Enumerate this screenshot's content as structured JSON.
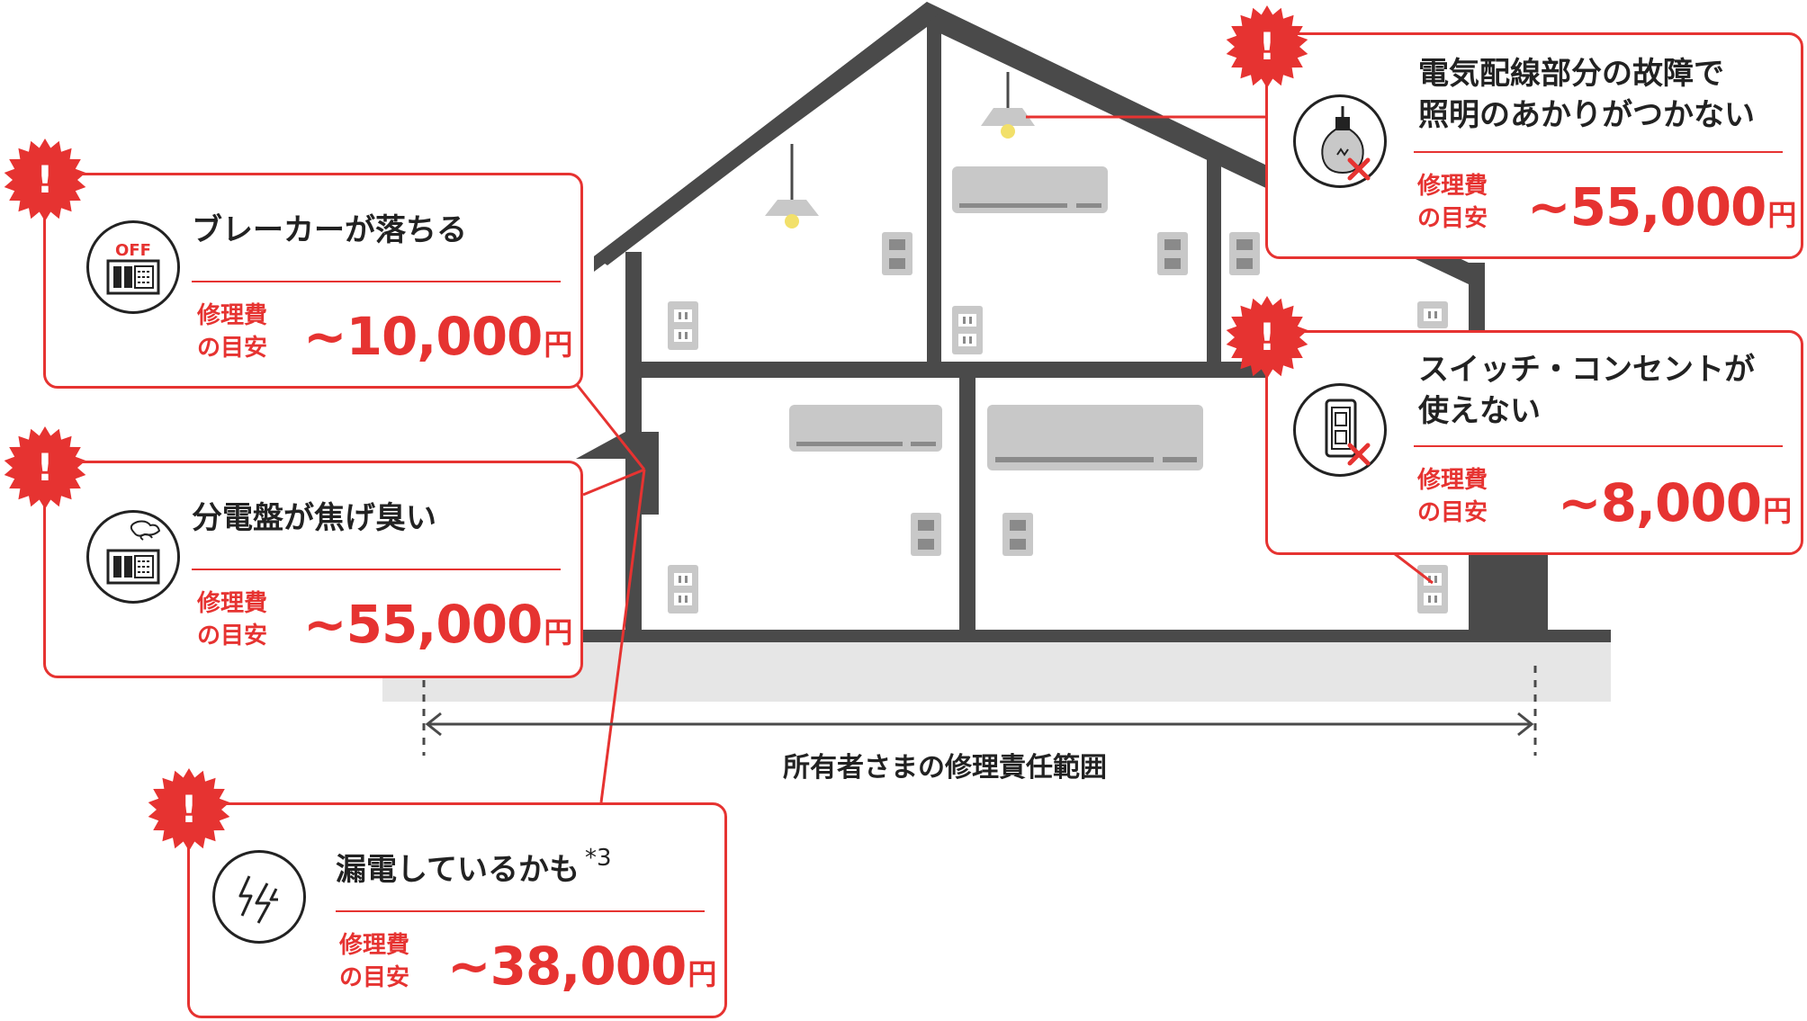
{
  "colors": {
    "accent": "#e63331",
    "house_wall": "#4a4a4a",
    "ground": "#e6e6e6",
    "fixture": "#c8c8c8",
    "lamp_glow": "#f2e06a",
    "text": "#222222"
  },
  "cost_label_line1": "修理費",
  "cost_label_line2": "の目安",
  "yen_unit": "円",
  "scope_label": "所有者さまの修理責任範囲",
  "cards": {
    "breaker": {
      "title": "ブレーカーが落ちる",
      "cost": "~10,000",
      "icon": "breaker-off-icon",
      "icon_text": "OFF"
    },
    "panel_smell": {
      "title": "分電盤が焦げ臭い",
      "cost": "~55,000",
      "icon": "burning-panel-icon"
    },
    "leakage": {
      "title": "漏電しているかも",
      "note": "*3",
      "cost": "~38,000",
      "icon": "lightning-icon"
    },
    "lighting": {
      "title_line1": "電気配線部分の故障で",
      "title_line2": "照明のあかりがつかない",
      "cost": "~55,000",
      "icon": "broken-bulb-icon"
    },
    "outlet": {
      "title_line1": "スイッチ・コンセントが",
      "title_line2": "使えない",
      "cost": "~8,000",
      "icon": "broken-outlet-icon"
    }
  },
  "alert_badge": {
    "symbol": "!",
    "icon": "alert-burst-icon"
  }
}
